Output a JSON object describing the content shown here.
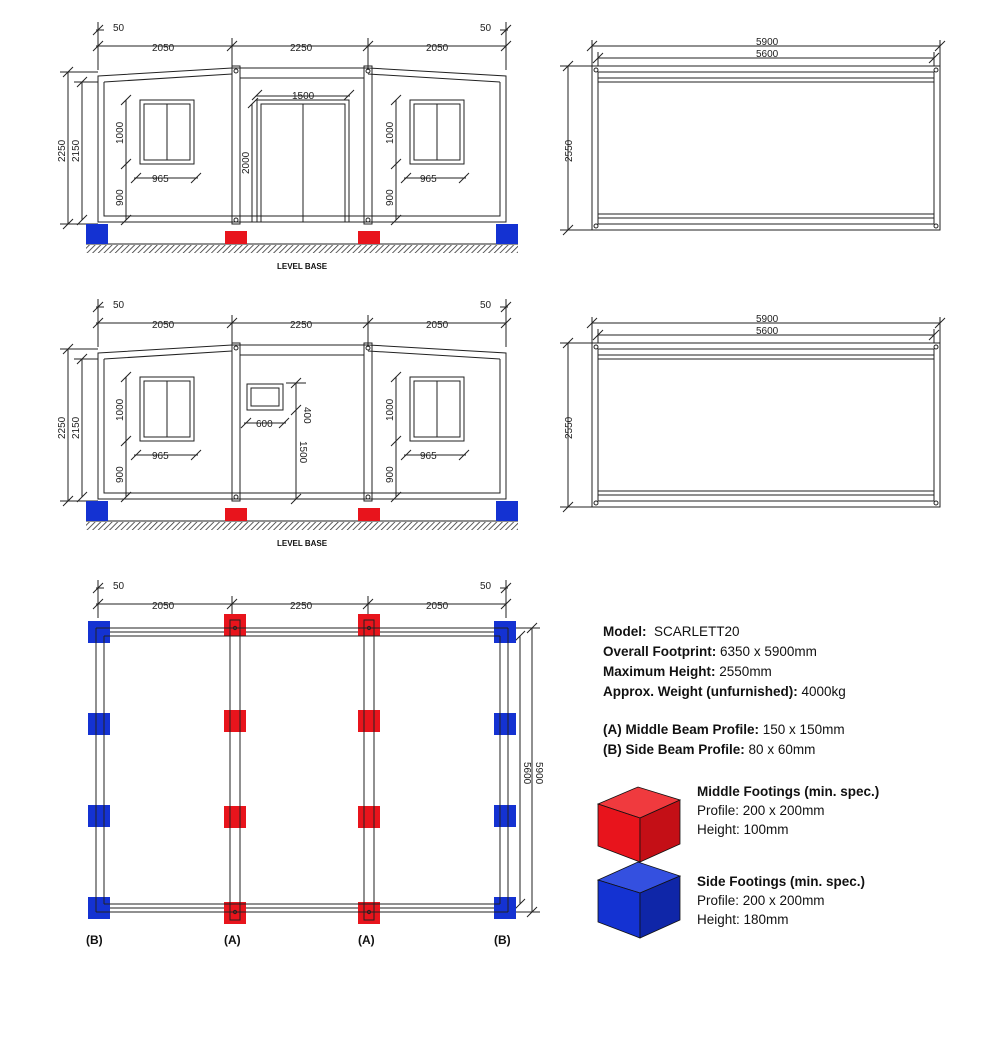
{
  "colors": {
    "middle_footing": "#e8141c",
    "side_footing": "#1432d2",
    "line": "#222222"
  },
  "elevations": [
    {
      "id": "front",
      "dims": {
        "left": "2050",
        "middle": "2250",
        "right": "2050",
        "edge_left": "50",
        "edge_right": "50",
        "height_total": "2250",
        "height_wall": "2150",
        "window_h": "1000",
        "window_sill": "900",
        "window_w": "965",
        "door_w": "1500",
        "door_h": "2000"
      },
      "base_label": "LEVEL BASE"
    },
    {
      "id": "rear",
      "dims": {
        "left": "2050",
        "middle": "2250",
        "right": "2050",
        "edge_left": "50",
        "edge_right": "50",
        "height_total": "2250",
        "height_wall": "2150",
        "window_h": "1000",
        "window_sill": "900",
        "window_w": "965",
        "small_w": "600",
        "small_h": "400",
        "small_sill": "1500"
      },
      "base_label": "LEVEL BASE"
    }
  ],
  "side_views": [
    {
      "outer": "5900",
      "inner": "5600",
      "height": "2550"
    },
    {
      "outer": "5900",
      "inner": "5600",
      "height": "2550"
    }
  ],
  "plan": {
    "dims": {
      "left": "2050",
      "middle": "2250",
      "right": "2050",
      "edge_left": "50",
      "edge_right": "50",
      "depth_outer": "5900",
      "depth_inner": "5600"
    },
    "axis_labels": [
      "(B)",
      "(A)",
      "(A)",
      "(B)"
    ]
  },
  "specs": {
    "model_label": "Model:",
    "model_value": "SCARLETT20",
    "footprint_label": "Overall Footprint:",
    "footprint_value": "6350 x 5900mm",
    "height_label": "Maximum Height:",
    "height_value": "2550mm",
    "weight_label": "Approx. Weight (unfurnished):",
    "weight_value": "4000kg",
    "middle_beam_label": "(A) Middle Beam Profile:",
    "middle_beam_value": "150 x 150mm",
    "side_beam_label": "(B) Side Beam Profile:",
    "side_beam_value": "80 x 60mm"
  },
  "legend": {
    "middle": {
      "title": "Middle Footings  (min. spec.)",
      "profile": "Profile: 200 x 200mm",
      "height": "Height: 100mm"
    },
    "side": {
      "title": "Side Footings (min. spec.)",
      "profile": "Profile: 200 x 200mm",
      "height": "Height: 180mm"
    }
  }
}
